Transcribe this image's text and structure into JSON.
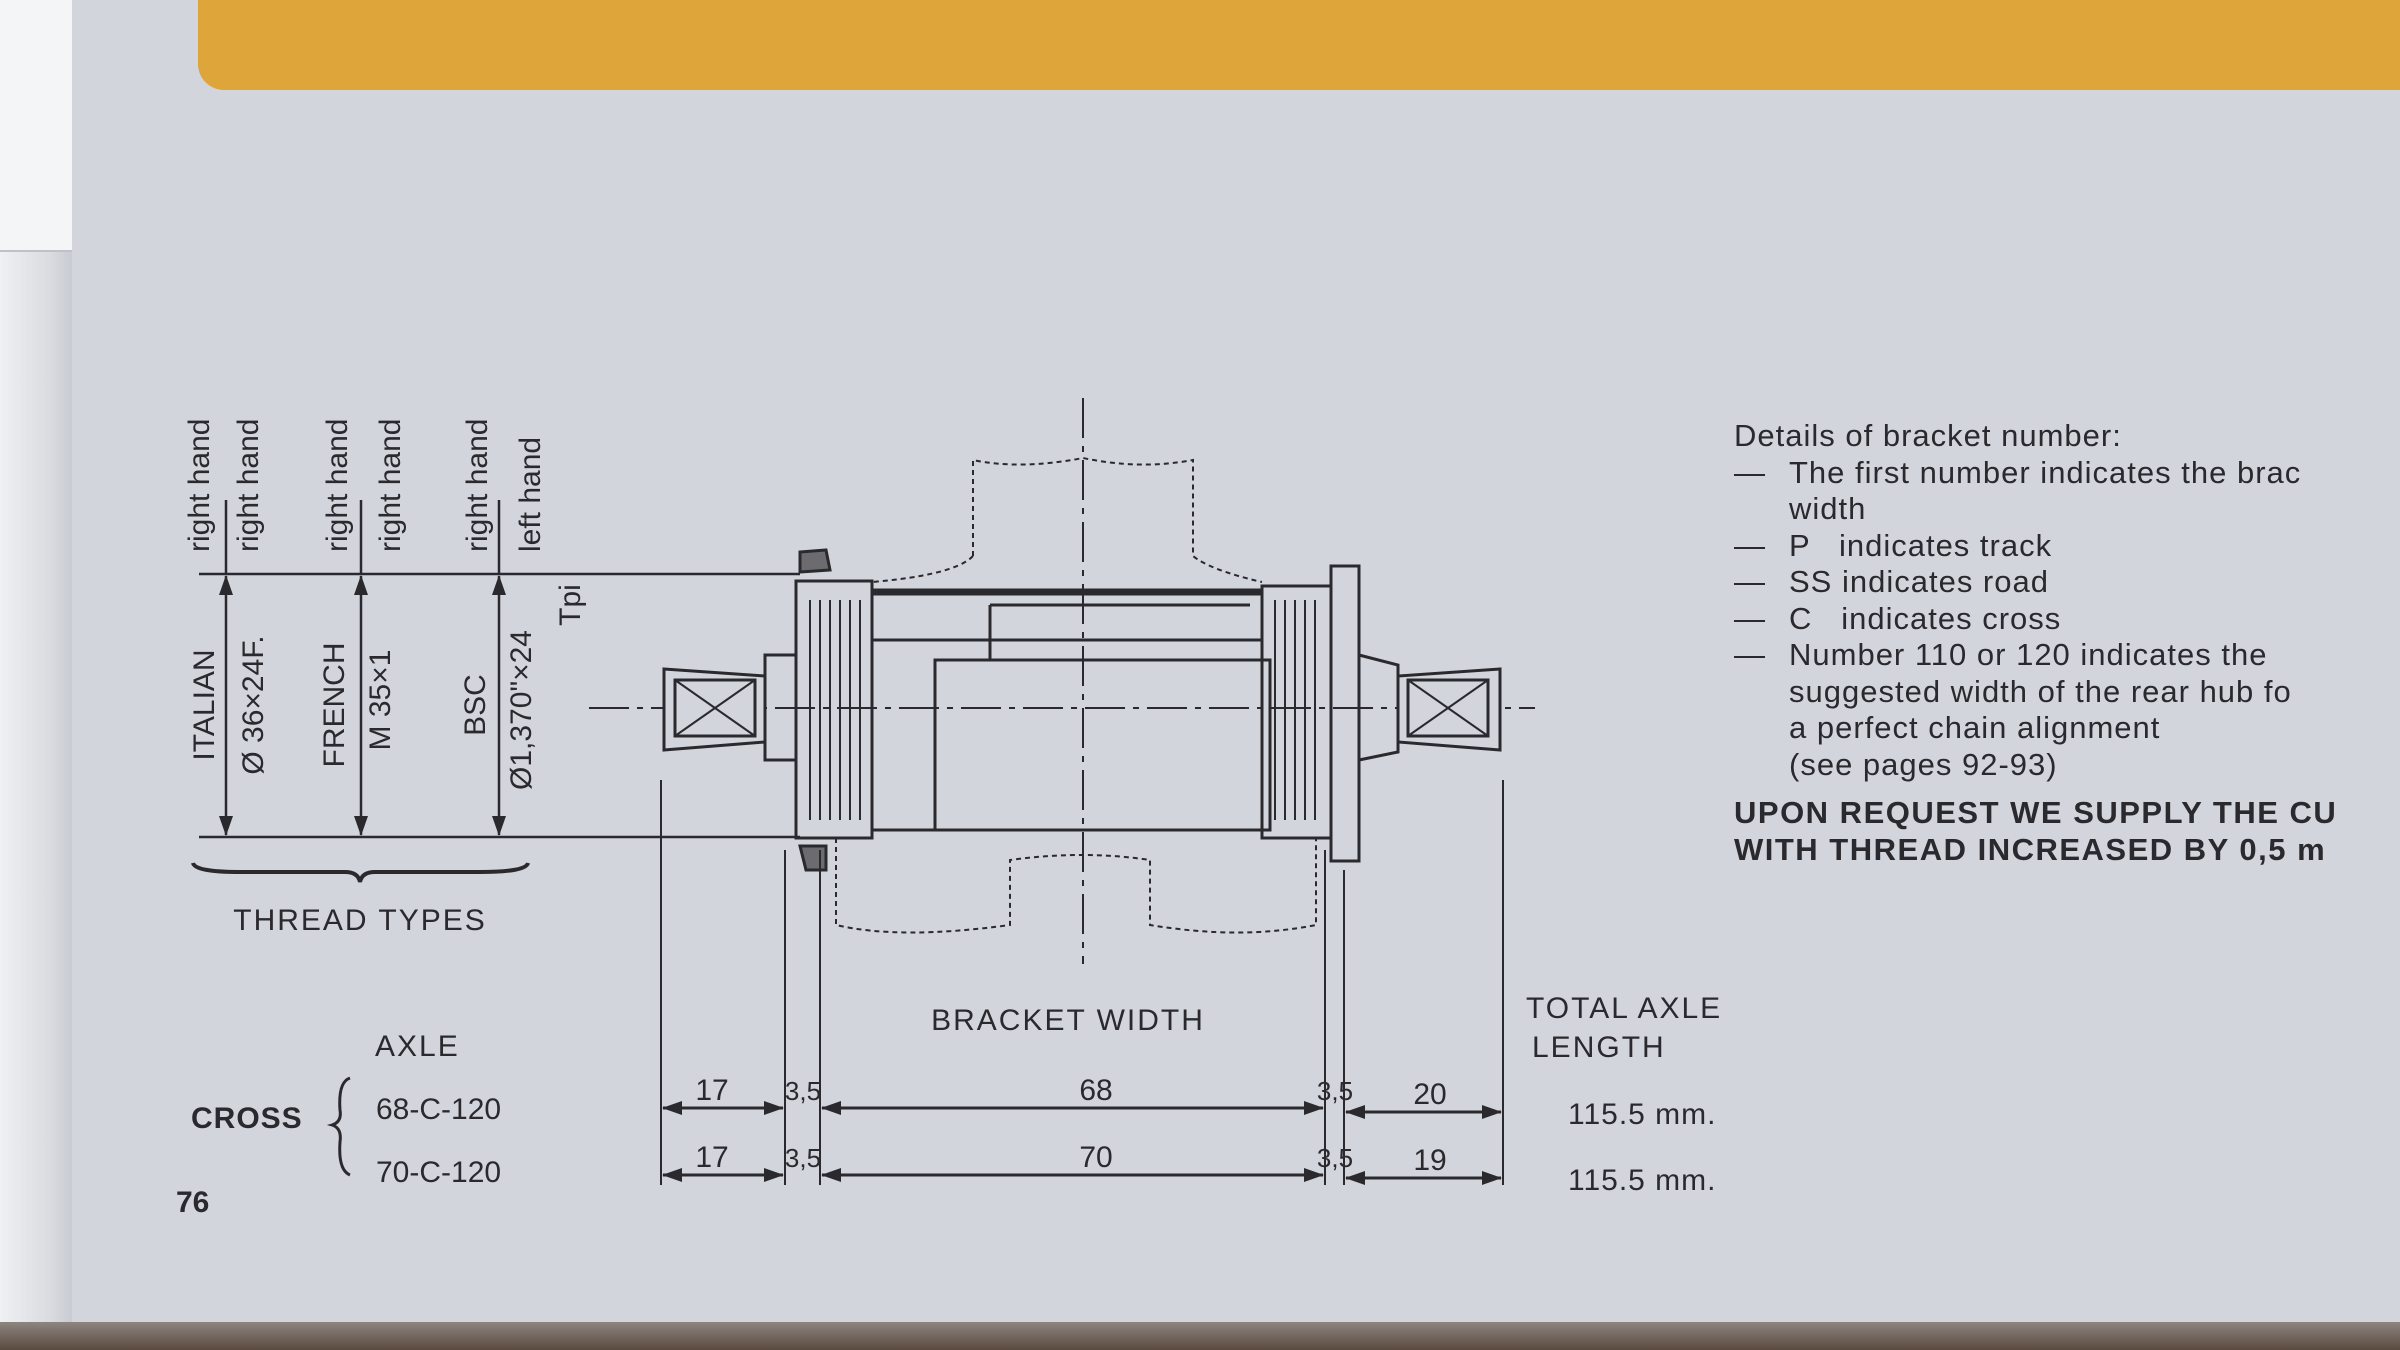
{
  "page_number": "76",
  "thread_types": {
    "title": "THREAD TYPES",
    "items": [
      {
        "name": "ITALIAN",
        "spec": "Ø  36×24F.",
        "hand_1": "right hand",
        "hand_2": "right hand"
      },
      {
        "name": "FRENCH",
        "spec": "M 35×1",
        "hand_1": "right hand",
        "hand_2": "right hand"
      },
      {
        "name": "BSC",
        "spec": "Ø1,370\"×24",
        "spec_unit": "Tpi",
        "hand_1": "right hand",
        "hand_2": "left hand"
      }
    ]
  },
  "dimensions": {
    "bracket_width_label": "BRACKET WIDTH",
    "total_axle_length_label": [
      "TOTAL AXLE",
      "LENGTH"
    ],
    "axle_label": "AXLE",
    "category": "CROSS",
    "rows": [
      {
        "axle": "68-C-120",
        "left": "17",
        "cup_left": "3,5",
        "width": "68",
        "cup_right": "3,5",
        "right": "20",
        "total": "115.5 mm."
      },
      {
        "axle": "70-C-120",
        "left": "17",
        "cup_left": "3,5",
        "width": "70",
        "cup_right": "3,5",
        "right": "19",
        "total": "115.5 mm."
      }
    ]
  },
  "details": {
    "heading": "Details of bracket number:",
    "dash": "—",
    "items": [
      [
        "The first number indicates the brac",
        "width"
      ],
      [
        "P   indicates track"
      ],
      [
        "SS indicates road"
      ],
      [
        "C   indicates cross"
      ],
      [
        "Number 110 or 120 indicates the",
        "suggested width of the rear hub fo",
        "a perfect chain alignment",
        "(see pages 92-93)"
      ]
    ],
    "notice": [
      "UPON REQUEST WE SUPPLY THE CU",
      "WITH THREAD INCREASED BY 0,5 m"
    ]
  },
  "colors": {
    "page": "#d3d5dd",
    "band": "#dea53a",
    "ink": "#2a2a2e"
  }
}
